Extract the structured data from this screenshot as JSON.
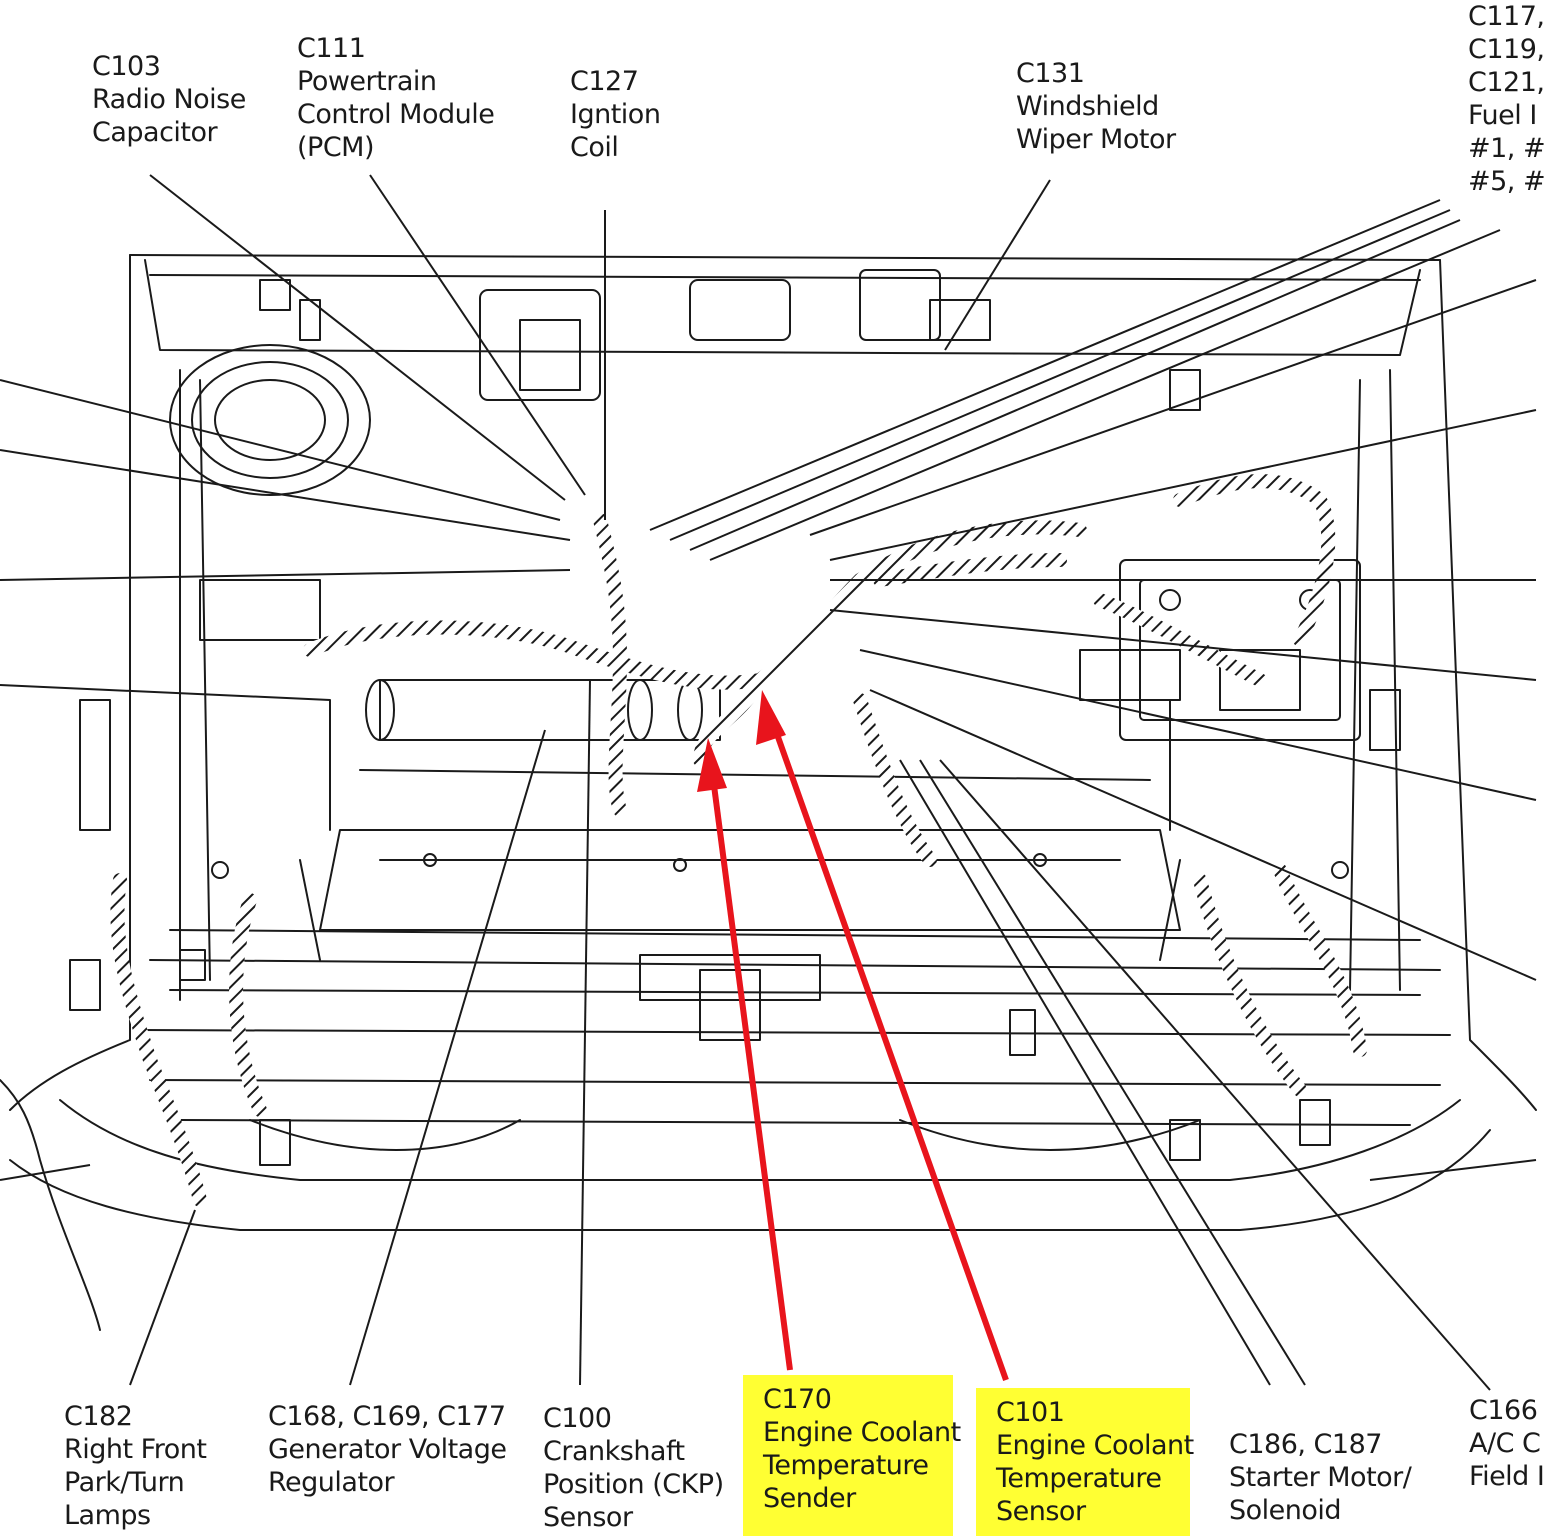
{
  "labels": {
    "c103": [
      "C103",
      "Radio Noise",
      "Capacitor"
    ],
    "c111": [
      "C111",
      "Powertrain",
      "Control Module",
      "(PCM)"
    ],
    "c127": [
      "C127",
      "Igntion",
      "Coil"
    ],
    "c131": [
      "C131",
      "Windshield",
      "Wiper Motor"
    ],
    "c117": [
      "C117,",
      "C119,",
      "C121,",
      "Fuel I",
      "#1, #",
      "#5, #"
    ],
    "c182": [
      "C182",
      "Right Front",
      "Park/Turn",
      "Lamps"
    ],
    "c168": [
      "C168, C169, C177",
      "Generator Voltage",
      "Regulator"
    ],
    "c100": [
      "C100",
      "Crankshaft",
      "Position (CKP)",
      "Sensor"
    ],
    "c170": [
      "C170",
      "Engine Coolant",
      "Temperature",
      "Sender"
    ],
    "c101": [
      "C101",
      "Engine Coolant",
      "Temperature",
      "Sensor"
    ],
    "c186": [
      "C186, C187",
      "Starter Motor/",
      "Solenoid"
    ],
    "c166": [
      "C166",
      "A/C C",
      "Field I"
    ]
  },
  "colors": {
    "highlight": "#ffff33",
    "arrow": "#e8141c",
    "ink": "#1a1a1a"
  },
  "icons": {
    "arrow": "red-arrow-icon"
  }
}
